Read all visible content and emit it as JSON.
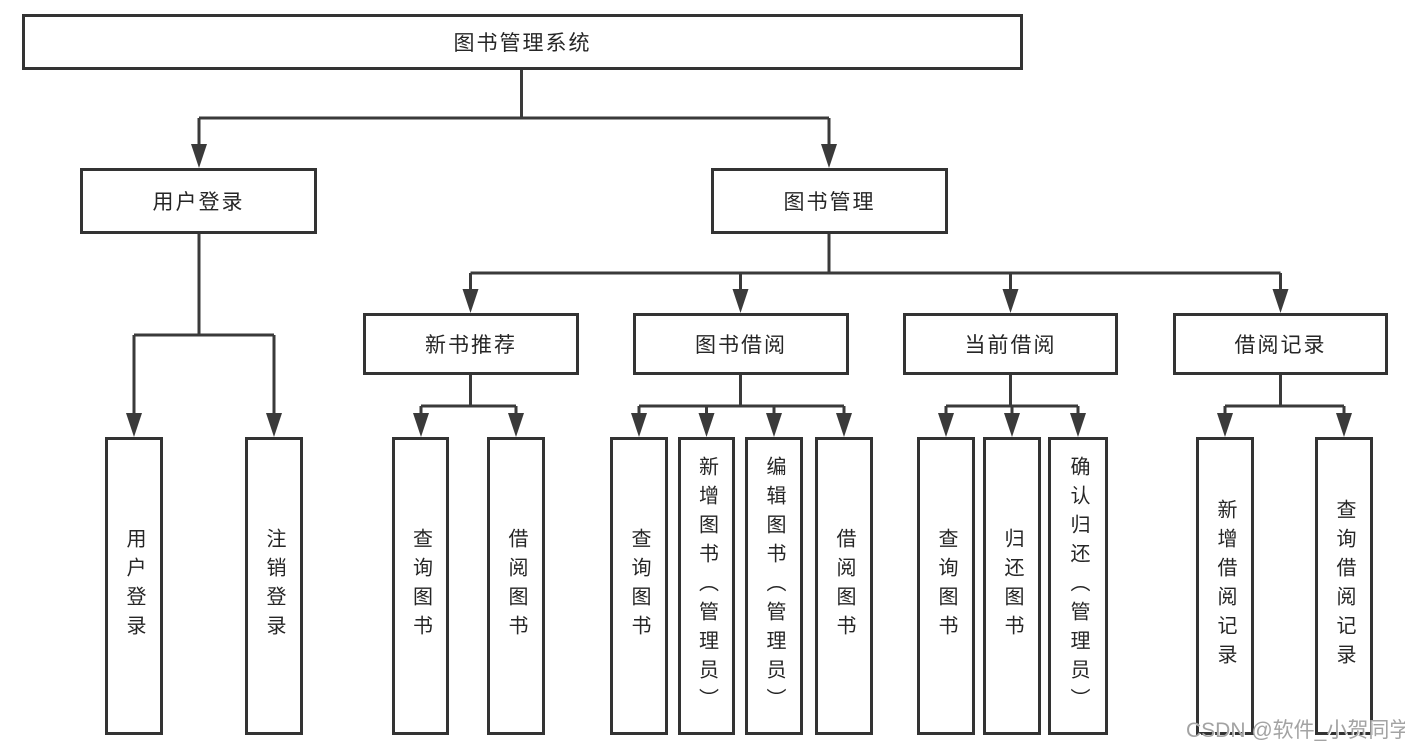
{
  "diagram": {
    "title": "图书管理系统",
    "watermark": "CSDN @软件_小贺同学",
    "colors": {
      "background": "#ffffff",
      "border": "#333333",
      "line": "#3a3a3a",
      "text": "#262626",
      "watermark": "#a3a3a3"
    },
    "level2": {
      "user_login": "用户登录",
      "book_management": "图书管理"
    },
    "level3": {
      "new_book_recommend": "新书推荐",
      "book_borrowing": "图书借阅",
      "current_borrowing": "当前借阅",
      "borrowing_records": "借阅记录"
    },
    "leaves": {
      "user_login": "用户登录",
      "logout": "注销登录",
      "recommend_query_books": "查询图书",
      "recommend_borrow_books": "借阅图书",
      "borrowing_query_books": "查询图书",
      "borrowing_add_books": "新增图书（管理员）",
      "borrowing_edit_books": "编辑图书（管理员）",
      "borrowing_borrow_books": "借阅图书",
      "current_query_books": "查询图书",
      "current_return_books": "归还图书",
      "current_confirm_return": "确认归还（管理员）",
      "records_add_record": "新增借阅记录",
      "records_query_record": "查询借阅记录"
    },
    "structure": [
      {
        "parent": "图书管理系统",
        "children": [
          "用户登录",
          "图书管理"
        ]
      },
      {
        "parent": "用户登录",
        "children": [
          "用户登录",
          "注销登录"
        ]
      },
      {
        "parent": "图书管理",
        "children": [
          "新书推荐",
          "图书借阅",
          "当前借阅",
          "借阅记录"
        ]
      },
      {
        "parent": "新书推荐",
        "children": [
          "查询图书",
          "借阅图书"
        ]
      },
      {
        "parent": "图书借阅",
        "children": [
          "查询图书",
          "新增图书（管理员）",
          "编辑图书（管理员）",
          "借阅图书"
        ]
      },
      {
        "parent": "当前借阅",
        "children": [
          "查询图书",
          "归还图书",
          "确认归还（管理员）"
        ]
      },
      {
        "parent": "借阅记录",
        "children": [
          "新增借阅记录",
          "查询借阅记录"
        ]
      }
    ]
  }
}
